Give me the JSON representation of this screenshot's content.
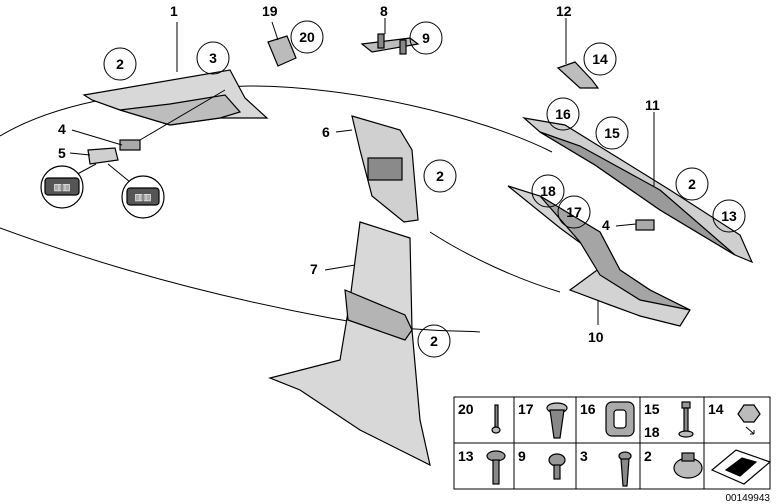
{
  "leader_numbers": [
    "1",
    "19",
    "8",
    "12",
    "4",
    "5",
    "6",
    "11",
    "4",
    "7",
    "10"
  ],
  "circle_callouts": [
    "2",
    "3",
    "20",
    "9",
    "14",
    "16",
    "15",
    "2",
    "2",
    "13",
    "18",
    "17",
    "2"
  ],
  "legend": {
    "row1": [
      "20",
      "17",
      "16",
      "15",
      "14"
    ],
    "row1_extra": "18",
    "row2": [
      "13",
      "9",
      "3",
      "2"
    ]
  },
  "diagram_id": "00149943",
  "colors": {
    "line": "#000000",
    "part_fill": "#d8d8d8",
    "part_dark": "#9a9a9a",
    "background": "#ffffff"
  }
}
